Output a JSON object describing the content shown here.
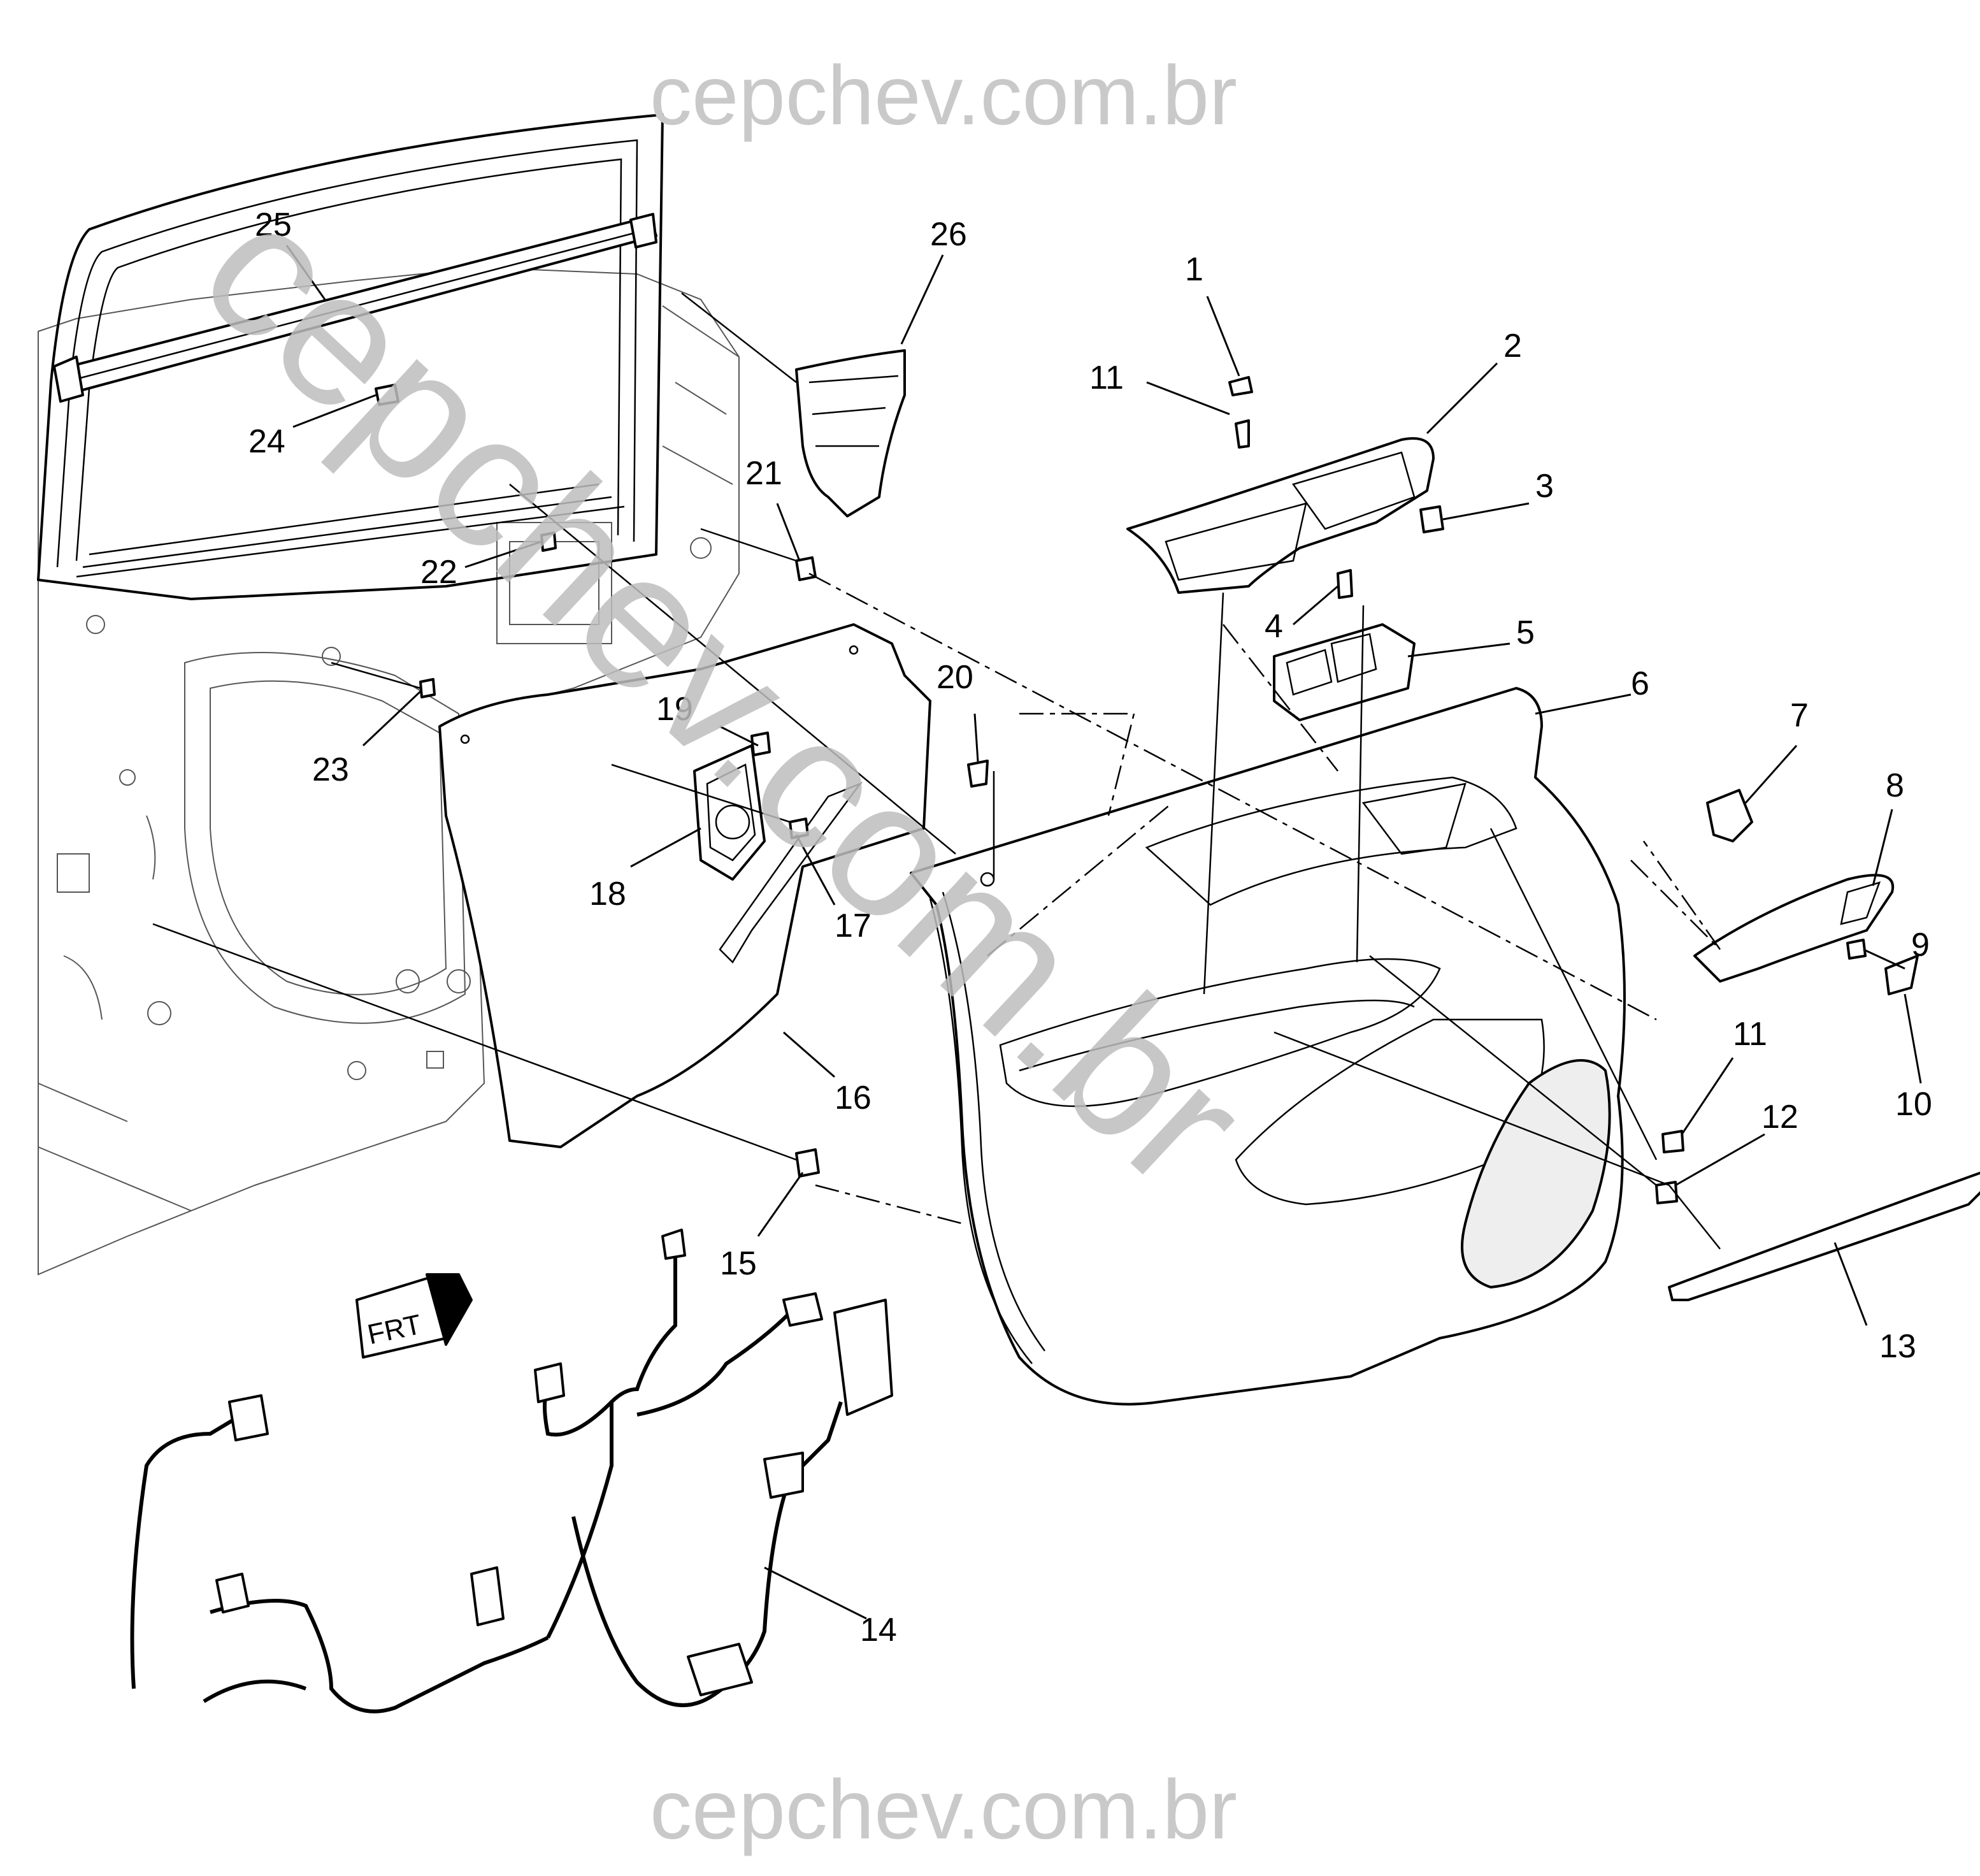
{
  "watermarks": {
    "top": "cepchev.com.br",
    "bottom": "cepchev.com.br",
    "diagonal": "cepchev.com.br"
  },
  "badge": {
    "text": "FRT"
  },
  "callouts": [
    {
      "id": "c1",
      "label": "1"
    },
    {
      "id": "c2",
      "label": "2"
    },
    {
      "id": "c3",
      "label": "3"
    },
    {
      "id": "c4",
      "label": "4"
    },
    {
      "id": "c5",
      "label": "5"
    },
    {
      "id": "c6",
      "label": "6"
    },
    {
      "id": "c7",
      "label": "7"
    },
    {
      "id": "c8",
      "label": "8"
    },
    {
      "id": "c9",
      "label": "9"
    },
    {
      "id": "c10",
      "label": "10"
    },
    {
      "id": "c11a",
      "label": "11"
    },
    {
      "id": "c11b",
      "label": "11"
    },
    {
      "id": "c12",
      "label": "12"
    },
    {
      "id": "c13",
      "label": "13"
    },
    {
      "id": "c14",
      "label": "14"
    },
    {
      "id": "c15",
      "label": "15"
    },
    {
      "id": "c16",
      "label": "16"
    },
    {
      "id": "c17",
      "label": "17"
    },
    {
      "id": "c18",
      "label": "18"
    },
    {
      "id": "c19",
      "label": "19"
    },
    {
      "id": "c20",
      "label": "20"
    },
    {
      "id": "c21",
      "label": "21"
    },
    {
      "id": "c22",
      "label": "22"
    },
    {
      "id": "c23",
      "label": "23"
    },
    {
      "id": "c24",
      "label": "24"
    },
    {
      "id": "c25",
      "label": "25"
    },
    {
      "id": "c26",
      "label": "26"
    }
  ]
}
